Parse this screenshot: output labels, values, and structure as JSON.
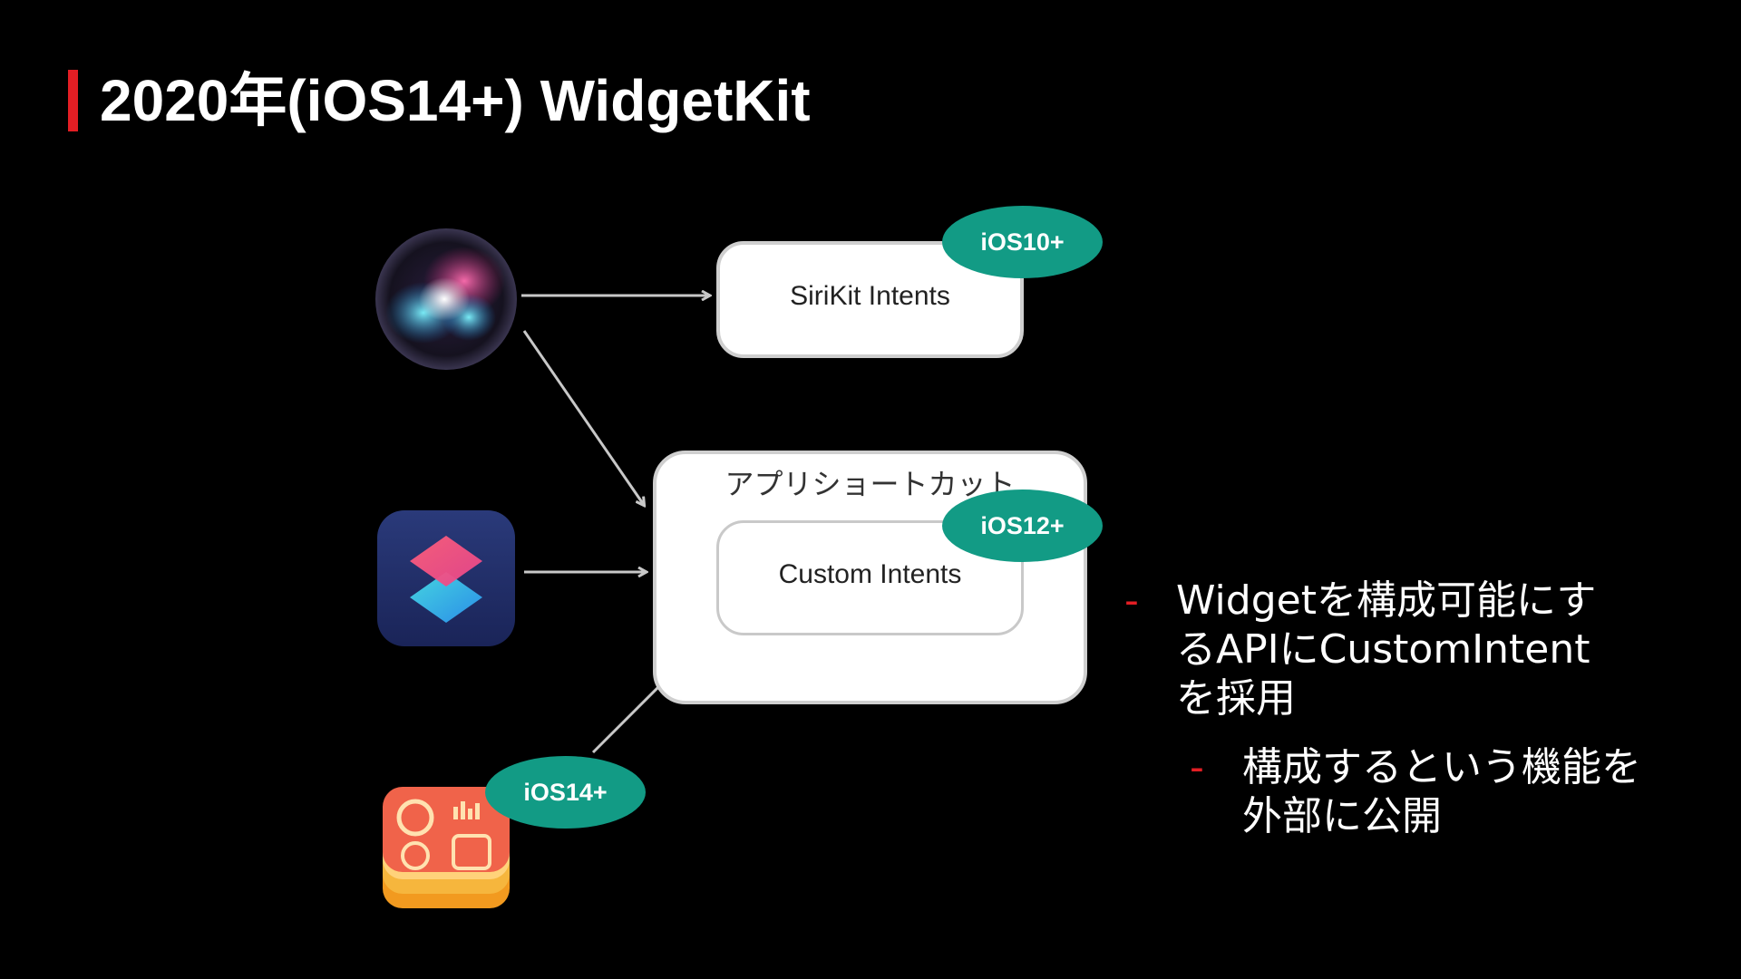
{
  "title": "2020年(iOS14+) WidgetKit",
  "colors": {
    "accent": "#e31e24",
    "badge": "#129b85",
    "arrow": "#c8c8c8"
  },
  "boxes": {
    "sirikit": "SiriKit Intents",
    "app_shortcuts": "アプリショートカット",
    "custom_intents": "Custom Intents"
  },
  "badges": {
    "sirikit": "iOS10+",
    "custom": "iOS12+",
    "widget": "iOS14+"
  },
  "icons": [
    "siri-icon",
    "shortcuts-icon",
    "widgetkit-icon"
  ],
  "bullets": {
    "dash": "-",
    "main": "Widgetを構成可能にするAPIにCustomIntentを採用",
    "sub": "構成するという機能を外部に公開"
  }
}
